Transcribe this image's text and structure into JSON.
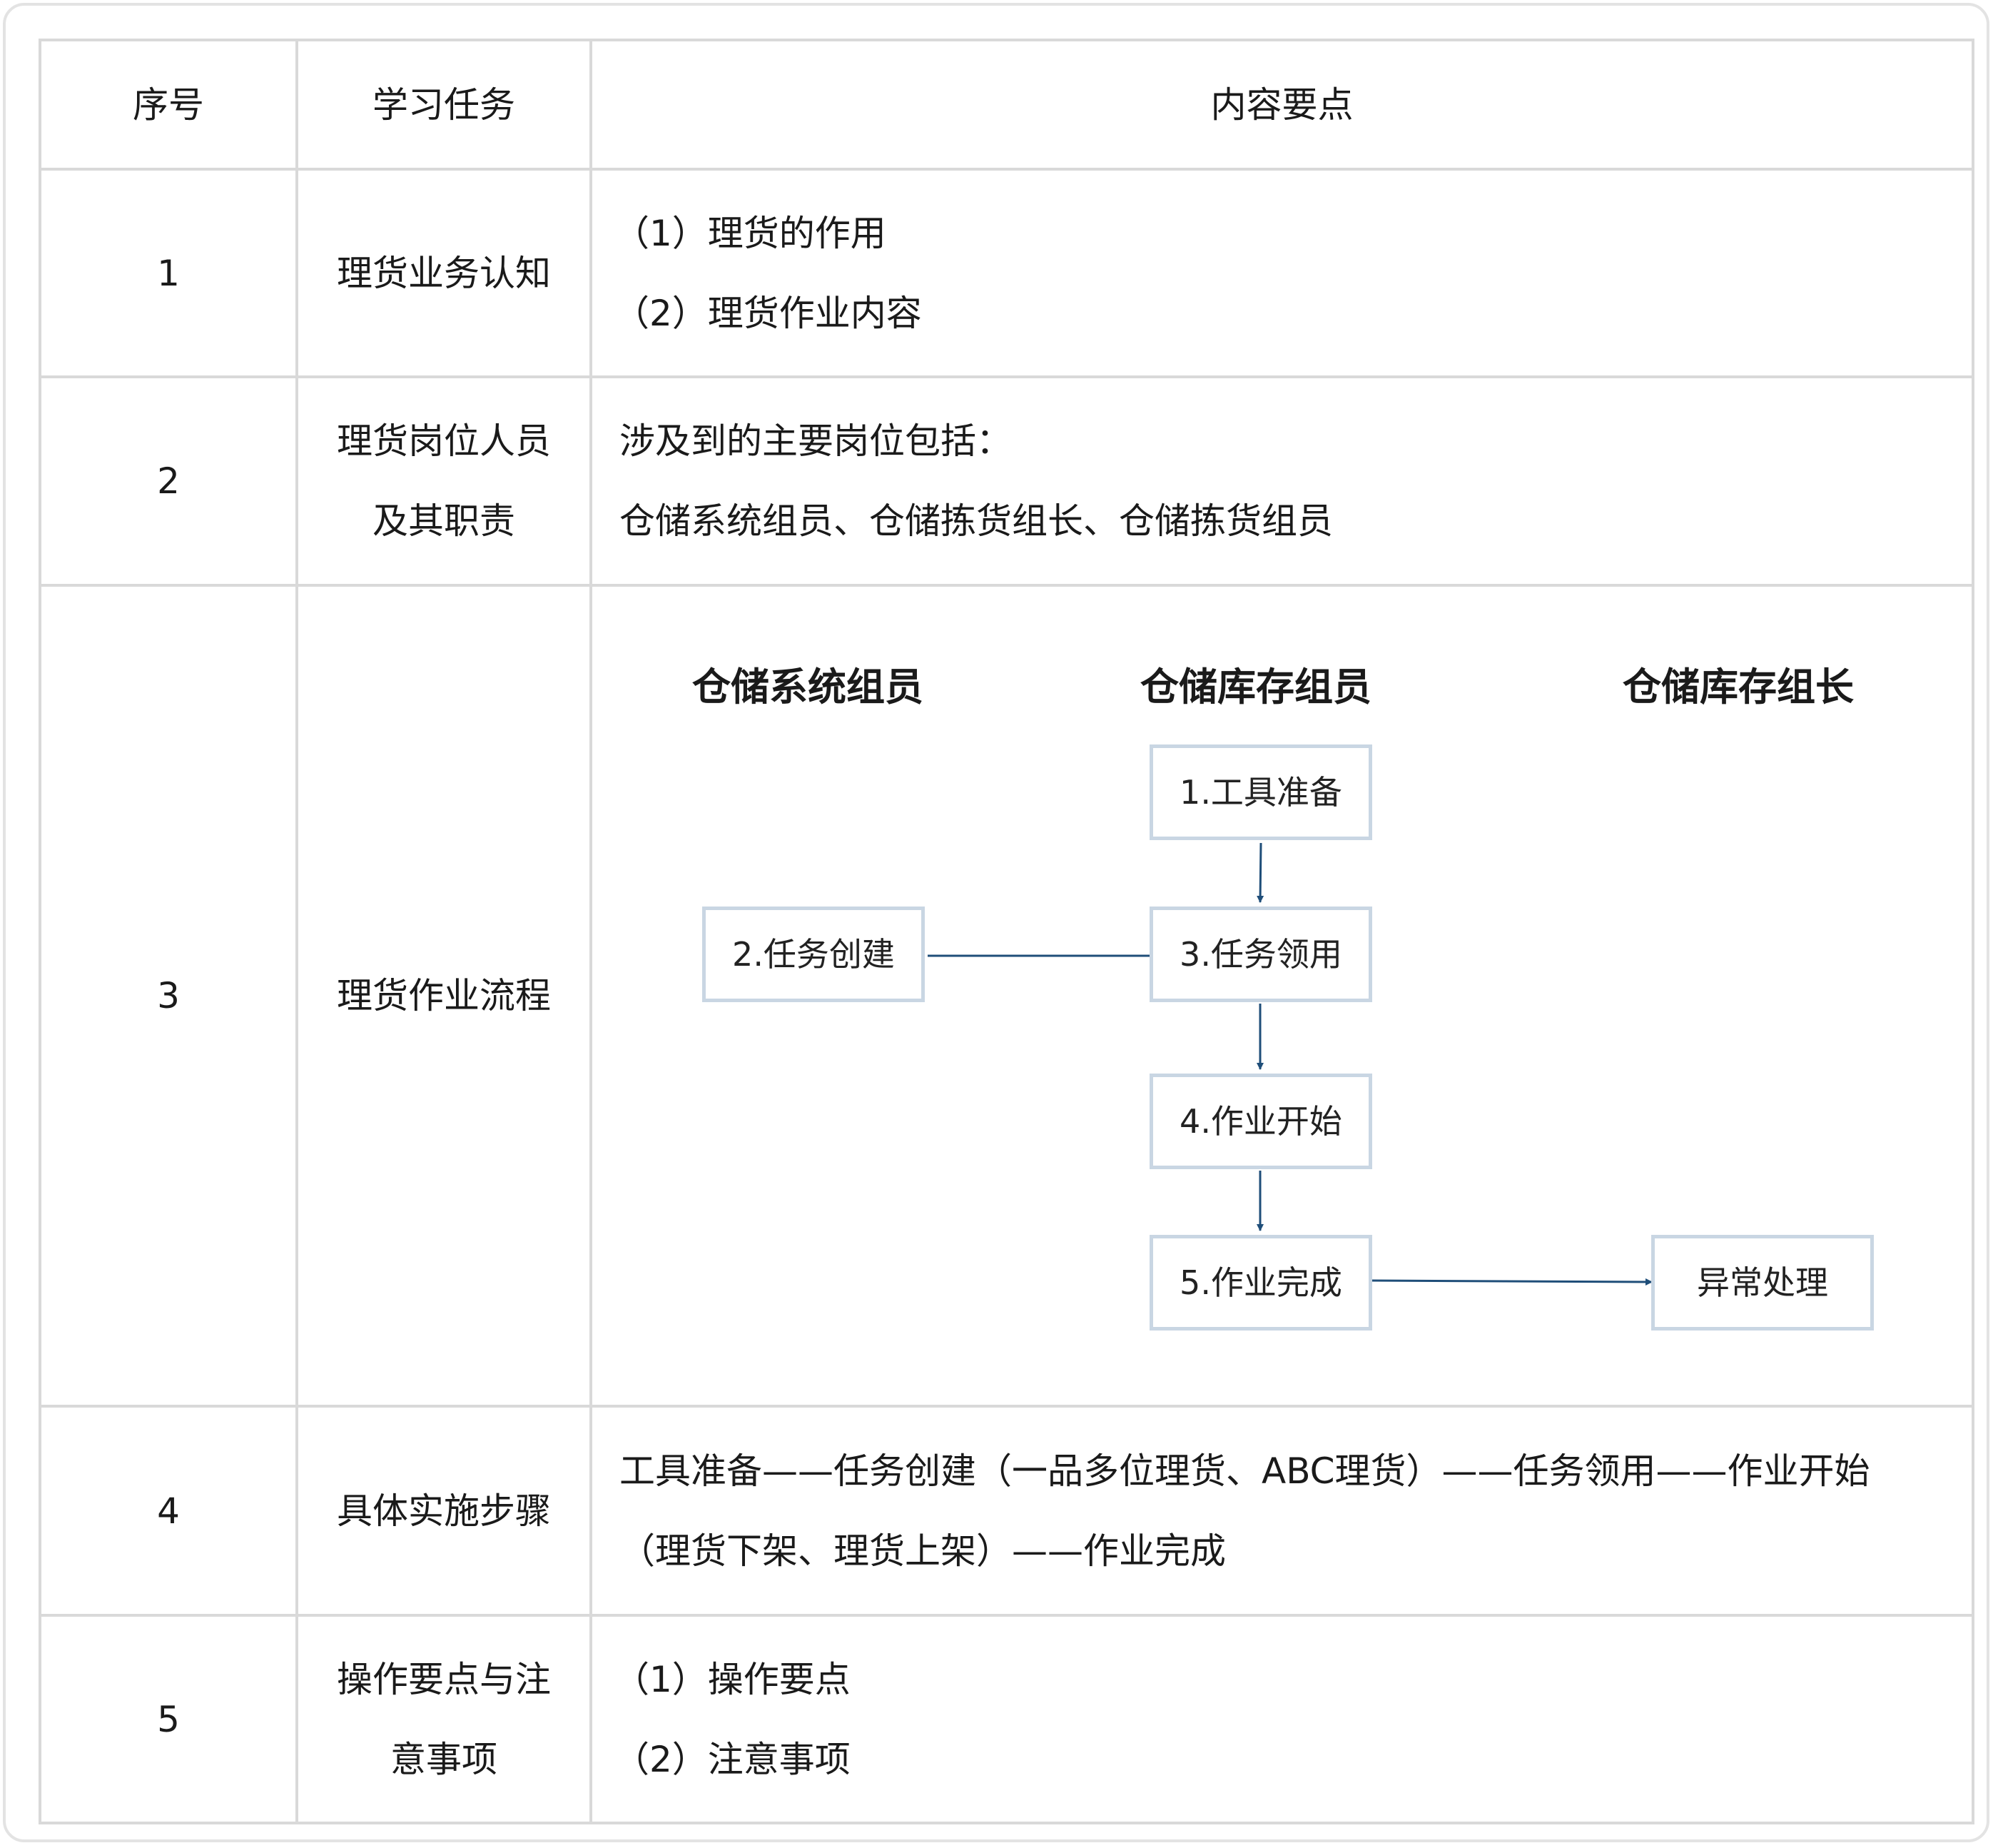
{
  "table": {
    "headers": [
      "序号",
      "学习任务",
      "内容要点"
    ],
    "rows": [
      {
        "no": "1",
        "task": [
          "理货业务认知"
        ],
        "content": [
          "（1）理货的作用",
          "（2）理货作业内容"
        ]
      },
      {
        "no": "2",
        "task": [
          "理货岗位人员",
          "及其职责"
        ],
        "content": [
          "涉及到的主要岗位包括：",
          "仓储系统组员、仓储拣货组长、仓储拣货组员"
        ]
      },
      {
        "no": "3",
        "task": [
          "理货作业流程"
        ],
        "flow": {
          "lanes": [
            "仓储系统组员",
            "仓储库存组员",
            "仓储库存组长"
          ],
          "steps": {
            "s1": "1.工具准备",
            "s2": "2.任务创建",
            "s3": "3.任务领用",
            "s4": "4.作业开始",
            "s5": "5.作业完成",
            "s6": "异常处理"
          },
          "arrow_color": "#1f4e79",
          "box_border_color": "#c9d6e3"
        }
      },
      {
        "no": "4",
        "task": [
          "具体实施步骤"
        ],
        "content": "工具准备——任务创建（一品多位理货、ABC理货）——任务领用——作业开始（理货下架、理货上架）——作业完成"
      },
      {
        "no": "5",
        "task": [
          "操作要点与注",
          "意事项"
        ],
        "content": [
          "（1）操作要点",
          "（2）注意事项"
        ]
      }
    ]
  }
}
